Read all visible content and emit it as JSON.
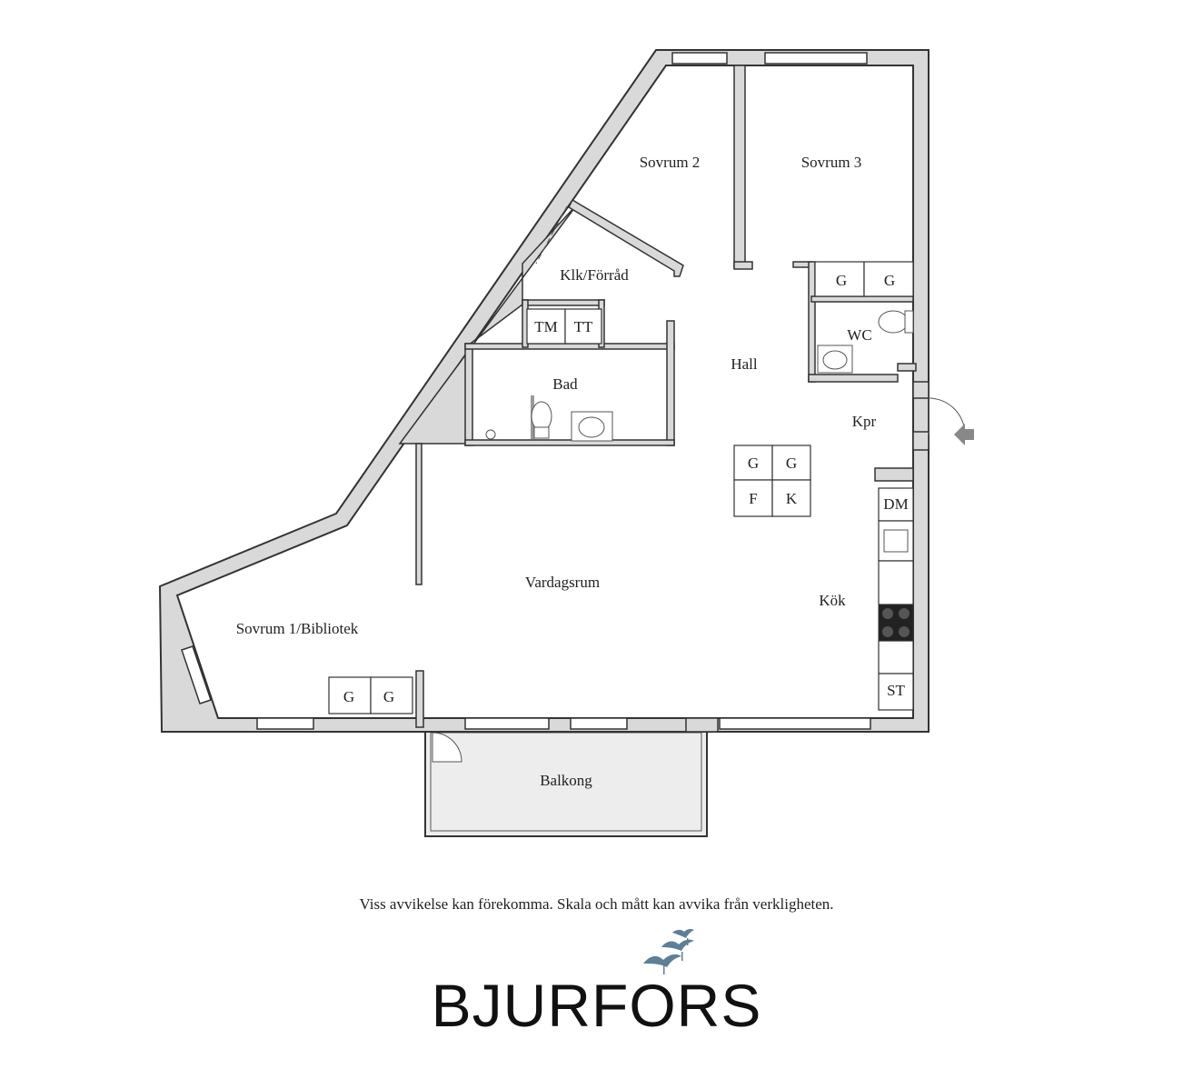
{
  "rooms": {
    "sovrum2": "Sovrum 2",
    "sovrum3": "Sovrum 3",
    "klk": "Klk/Förråd",
    "bad": "Bad",
    "hall": "Hall",
    "wc": "WC",
    "kpr": "Kpr",
    "vardagsrum": "Vardagsrum",
    "kok": "Kök",
    "sovrum1": "Sovrum 1/Bibliotek",
    "balkong": "Balkong"
  },
  "fixtures": {
    "tm": "TM",
    "tt": "TT",
    "g": "G",
    "f": "F",
    "k": "K",
    "dm": "DM",
    "st": "ST"
  },
  "footer": {
    "disclaimer": "Viss avvikelse kan förekomma. Skala och mått kan avvika från verkligheten.",
    "brand": "BJURFORS"
  },
  "colors": {
    "wall_fill": "#d9d9d9",
    "wall_stroke": "#333333",
    "balcony_fill": "#ededed",
    "logo_birds": "#5f7f94"
  },
  "icons": [
    "entrance-arrow-icon",
    "birds-logo-icon",
    "stove-icon",
    "sink-icon",
    "toilet-icon"
  ]
}
